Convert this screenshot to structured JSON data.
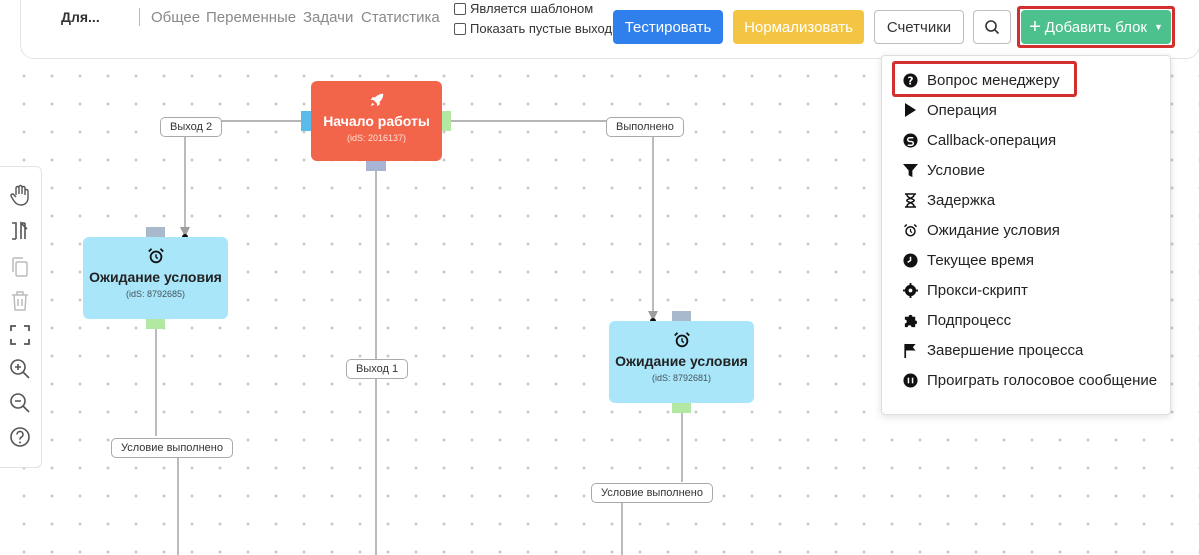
{
  "header": {
    "title": "Для...",
    "nav": [
      "Общее",
      "Переменные",
      "Задачи",
      "Статистика"
    ],
    "checkbox_template": "Является шаблоном",
    "checkbox_empty_outputs": "Показать пустые выходы",
    "btn_test": "Тестировать",
    "btn_normalize": "Нормализовать",
    "btn_counters": "Счетчики",
    "btn_add_block": "Добавить блок"
  },
  "blocks": {
    "start": {
      "title": "Начало работы",
      "id": "(idS: 2016137)"
    },
    "wait1": {
      "title": "Ожидание условия",
      "id": "(idS: 8792685)"
    },
    "wait2": {
      "title": "Ожидание условия",
      "id": "(idS: 8792681)"
    }
  },
  "edges": {
    "exit2": "Выход 2",
    "done": "Выполнено",
    "exit1": "Выход 1",
    "cond1": "Условие выполнено",
    "cond2": "Условие выполнено"
  },
  "menu": {
    "items": [
      {
        "label": "Вопрос менеджеру",
        "icon": "question-circle-icon"
      },
      {
        "label": "Операция",
        "icon": "play-icon"
      },
      {
        "label": "Callback-операция",
        "icon": "callback-icon"
      },
      {
        "label": "Условие",
        "icon": "filter-icon"
      },
      {
        "label": "Задержка",
        "icon": "hourglass-icon"
      },
      {
        "label": "Ожидание условия",
        "icon": "alarm-icon"
      },
      {
        "label": "Текущее время",
        "icon": "clock-icon"
      },
      {
        "label": "Прокси-скрипт",
        "icon": "proxy-script-icon"
      },
      {
        "label": "Подпроцесс",
        "icon": "puzzle-icon"
      },
      {
        "label": "Завершение процесса",
        "icon": "flag-icon"
      },
      {
        "label": "Проиграть голосовое сообщение",
        "icon": "voice-message-icon"
      }
    ]
  },
  "colors": {
    "start_block": "#f2654a",
    "wait_block": "#a9e6fa",
    "primary": "#2f80ed",
    "warning": "#f4c542",
    "success": "#4cc08d",
    "highlight": "#d32f2f"
  }
}
